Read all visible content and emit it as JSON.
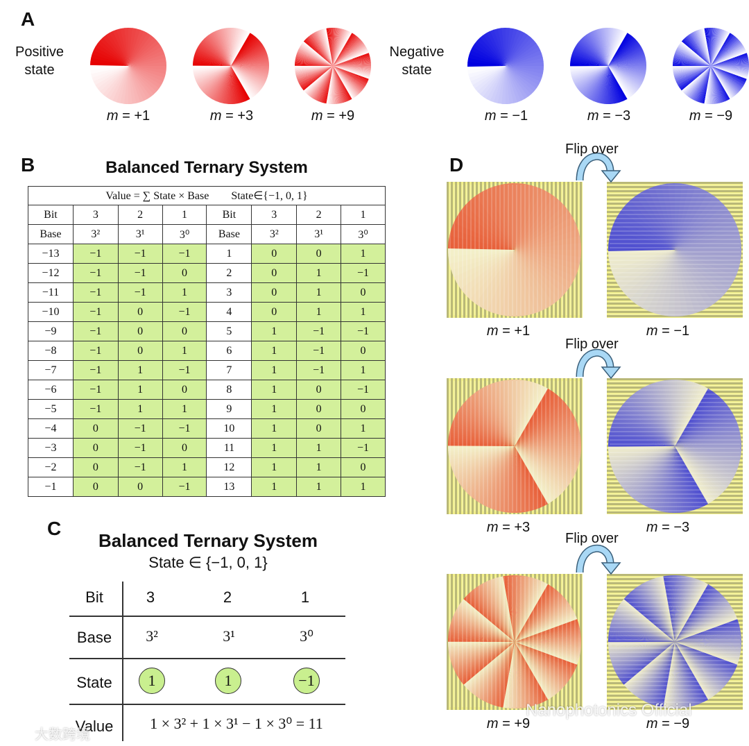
{
  "panelA": {
    "letter": "A",
    "positive_label_line1": "Positive",
    "positive_label_line2": "state",
    "negative_label_line1": "Negative",
    "negative_label_line2": "state",
    "pos_m": [
      "+1",
      "+3",
      "+9"
    ],
    "neg_m": [
      "−1",
      "−3",
      "−9"
    ],
    "m_symbol": "m",
    "colors": {
      "positive": "#e60000",
      "negative": "#0000e0"
    }
  },
  "panelB": {
    "letter": "B",
    "title": "Balanced Ternary System",
    "formula": "Value = ∑ State × Base",
    "stateset": "State∈{−1, 0, 1}",
    "bit_label": "Bit",
    "base_label": "Base",
    "bits": [
      "3",
      "2",
      "1"
    ],
    "bases": [
      "3²",
      "3¹",
      "3⁰"
    ],
    "rows": [
      {
        "neg": "−13",
        "neg_digits": [
          "−1",
          "−1",
          "−1"
        ],
        "pos": "1",
        "pos_digits": [
          "0",
          "0",
          "1"
        ]
      },
      {
        "neg": "−12",
        "neg_digits": [
          "−1",
          "−1",
          "0"
        ],
        "pos": "2",
        "pos_digits": [
          "0",
          "1",
          "−1"
        ]
      },
      {
        "neg": "−11",
        "neg_digits": [
          "−1",
          "−1",
          "1"
        ],
        "pos": "3",
        "pos_digits": [
          "0",
          "1",
          "0"
        ]
      },
      {
        "neg": "−10",
        "neg_digits": [
          "−1",
          "0",
          "−1"
        ],
        "pos": "4",
        "pos_digits": [
          "0",
          "1",
          "1"
        ]
      },
      {
        "neg": "−9",
        "neg_digits": [
          "−1",
          "0",
          "0"
        ],
        "pos": "5",
        "pos_digits": [
          "1",
          "−1",
          "−1"
        ]
      },
      {
        "neg": "−8",
        "neg_digits": [
          "−1",
          "0",
          "1"
        ],
        "pos": "6",
        "pos_digits": [
          "1",
          "−1",
          "0"
        ]
      },
      {
        "neg": "−7",
        "neg_digits": [
          "−1",
          "1",
          "−1"
        ],
        "pos": "7",
        "pos_digits": [
          "1",
          "−1",
          "1"
        ]
      },
      {
        "neg": "−6",
        "neg_digits": [
          "−1",
          "1",
          "0"
        ],
        "pos": "8",
        "pos_digits": [
          "1",
          "0",
          "−1"
        ]
      },
      {
        "neg": "−5",
        "neg_digits": [
          "−1",
          "1",
          "1"
        ],
        "pos": "9",
        "pos_digits": [
          "1",
          "0",
          "0"
        ]
      },
      {
        "neg": "−4",
        "neg_digits": [
          "0",
          "−1",
          "−1"
        ],
        "pos": "10",
        "pos_digits": [
          "1",
          "0",
          "1"
        ]
      },
      {
        "neg": "−3",
        "neg_digits": [
          "0",
          "−1",
          "0"
        ],
        "pos": "11",
        "pos_digits": [
          "1",
          "1",
          "−1"
        ]
      },
      {
        "neg": "−2",
        "neg_digits": [
          "0",
          "−1",
          "1"
        ],
        "pos": "12",
        "pos_digits": [
          "1",
          "1",
          "0"
        ]
      },
      {
        "neg": "−1",
        "neg_digits": [
          "0",
          "0",
          "−1"
        ],
        "pos": "13",
        "pos_digits": [
          "1",
          "1",
          "1"
        ]
      }
    ],
    "highlight_color": "#d3f09b"
  },
  "panelC": {
    "letter": "C",
    "title": "Balanced Ternary System",
    "subtitle": "State ∈ {−1, 0, 1}",
    "row_labels": [
      "Bit",
      "Base",
      "State",
      "Value"
    ],
    "bits": [
      "3",
      "2",
      "1"
    ],
    "bases": [
      "3²",
      "3¹",
      "3⁰"
    ],
    "states": [
      "1",
      "1",
      "−1"
    ],
    "value_expr": "1 × 3² + 1 × 3¹ − 1 × 3⁰ = 11"
  },
  "panelD": {
    "letter": "D",
    "flip_label": "Flip over",
    "pos_m": [
      "+1",
      "+3",
      "+9"
    ],
    "neg_m": [
      "−1",
      "−3",
      "−9"
    ],
    "colors": {
      "orange": "#e8603a",
      "blue": "#5050d0",
      "stripe": "#f2f08a"
    }
  },
  "watermarks": {
    "left": "大数跨境",
    "right": "Nanophotonics Official"
  }
}
